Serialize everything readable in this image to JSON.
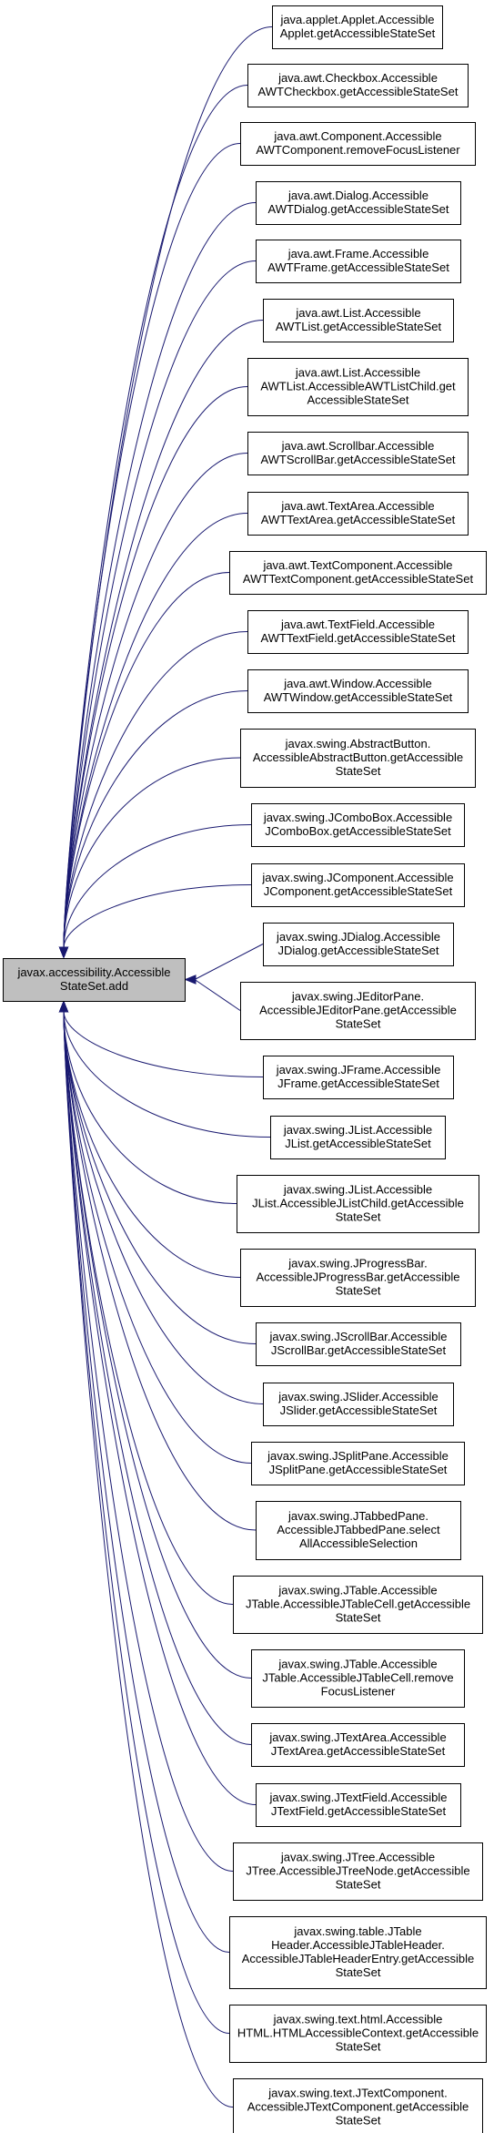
{
  "diagram": {
    "target": {
      "lines": [
        "javax.accessibility.Accessible",
        "StateSet.add"
      ]
    },
    "callers": [
      {
        "lines": [
          "java.applet.Applet.Accessible",
          "Applet.getAccessibleStateSet"
        ]
      },
      {
        "lines": [
          "java.awt.Checkbox.Accessible",
          "AWTCheckbox.getAccessibleStateSet"
        ]
      },
      {
        "lines": [
          "java.awt.Component.Accessible",
          "AWTComponent.removeFocusListener"
        ]
      },
      {
        "lines": [
          "java.awt.Dialog.Accessible",
          "AWTDialog.getAccessibleStateSet"
        ]
      },
      {
        "lines": [
          "java.awt.Frame.Accessible",
          "AWTFrame.getAccessibleStateSet"
        ]
      },
      {
        "lines": [
          "java.awt.List.Accessible",
          "AWTList.getAccessibleStateSet"
        ]
      },
      {
        "lines": [
          "java.awt.List.Accessible",
          "AWTList.AccessibleAWTListChild.get",
          "AccessibleStateSet"
        ]
      },
      {
        "lines": [
          "java.awt.Scrollbar.Accessible",
          "AWTScrollBar.getAccessibleStateSet"
        ]
      },
      {
        "lines": [
          "java.awt.TextArea.Accessible",
          "AWTTextArea.getAccessibleStateSet"
        ]
      },
      {
        "lines": [
          "java.awt.TextComponent.Accessible",
          "AWTTextComponent.getAccessibleStateSet"
        ]
      },
      {
        "lines": [
          "java.awt.TextField.Accessible",
          "AWTTextField.getAccessibleStateSet"
        ]
      },
      {
        "lines": [
          "java.awt.Window.Accessible",
          "AWTWindow.getAccessibleStateSet"
        ]
      },
      {
        "lines": [
          "javax.swing.AbstractButton.",
          "AccessibleAbstractButton.getAccessible",
          "StateSet"
        ]
      },
      {
        "lines": [
          "javax.swing.JComboBox.Accessible",
          "JComboBox.getAccessibleStateSet"
        ]
      },
      {
        "lines": [
          "javax.swing.JComponent.Accessible",
          "JComponent.getAccessibleStateSet"
        ]
      },
      {
        "lines": [
          "javax.swing.JDialog.Accessible",
          "JDialog.getAccessibleStateSet"
        ]
      },
      {
        "lines": [
          "javax.swing.JEditorPane.",
          "AccessibleJEditorPane.getAccessible",
          "StateSet"
        ]
      },
      {
        "lines": [
          "javax.swing.JFrame.Accessible",
          "JFrame.getAccessibleStateSet"
        ]
      },
      {
        "lines": [
          "javax.swing.JList.Accessible",
          "JList.getAccessibleStateSet"
        ]
      },
      {
        "lines": [
          "javax.swing.JList.Accessible",
          "JList.AccessibleJListChild.getAccessible",
          "StateSet"
        ]
      },
      {
        "lines": [
          "javax.swing.JProgressBar.",
          "AccessibleJProgressBar.getAccessible",
          "StateSet"
        ]
      },
      {
        "lines": [
          "javax.swing.JScrollBar.Accessible",
          "JScrollBar.getAccessibleStateSet"
        ]
      },
      {
        "lines": [
          "javax.swing.JSlider.Accessible",
          "JSlider.getAccessibleStateSet"
        ]
      },
      {
        "lines": [
          "javax.swing.JSplitPane.Accessible",
          "JSplitPane.getAccessibleStateSet"
        ]
      },
      {
        "lines": [
          "javax.swing.JTabbedPane.",
          "AccessibleJTabbedPane.select",
          "AllAccessibleSelection"
        ]
      },
      {
        "lines": [
          "javax.swing.JTable.Accessible",
          "JTable.AccessibleJTableCell.getAccessible",
          "StateSet"
        ]
      },
      {
        "lines": [
          "javax.swing.JTable.Accessible",
          "JTable.AccessibleJTableCell.remove",
          "FocusListener"
        ]
      },
      {
        "lines": [
          "javax.swing.JTextArea.Accessible",
          "JTextArea.getAccessibleStateSet"
        ]
      },
      {
        "lines": [
          "javax.swing.JTextField.Accessible",
          "JTextField.getAccessibleStateSet"
        ]
      },
      {
        "lines": [
          "javax.swing.JTree.Accessible",
          "JTree.AccessibleJTreeNode.getAccessible",
          "StateSet"
        ]
      },
      {
        "lines": [
          "javax.swing.table.JTable",
          "Header.AccessibleJTableHeader.",
          "AccessibleJTableHeaderEntry.getAccessible",
          "StateSet"
        ]
      },
      {
        "lines": [
          "javax.swing.text.html.Accessible",
          "HTML.HTMLAccessibleContext.getAccessible",
          "StateSet"
        ]
      },
      {
        "lines": [
          "javax.swing.text.JTextComponent.",
          "AccessibleJTextComponent.getAccessible",
          "StateSet"
        ]
      }
    ]
  }
}
